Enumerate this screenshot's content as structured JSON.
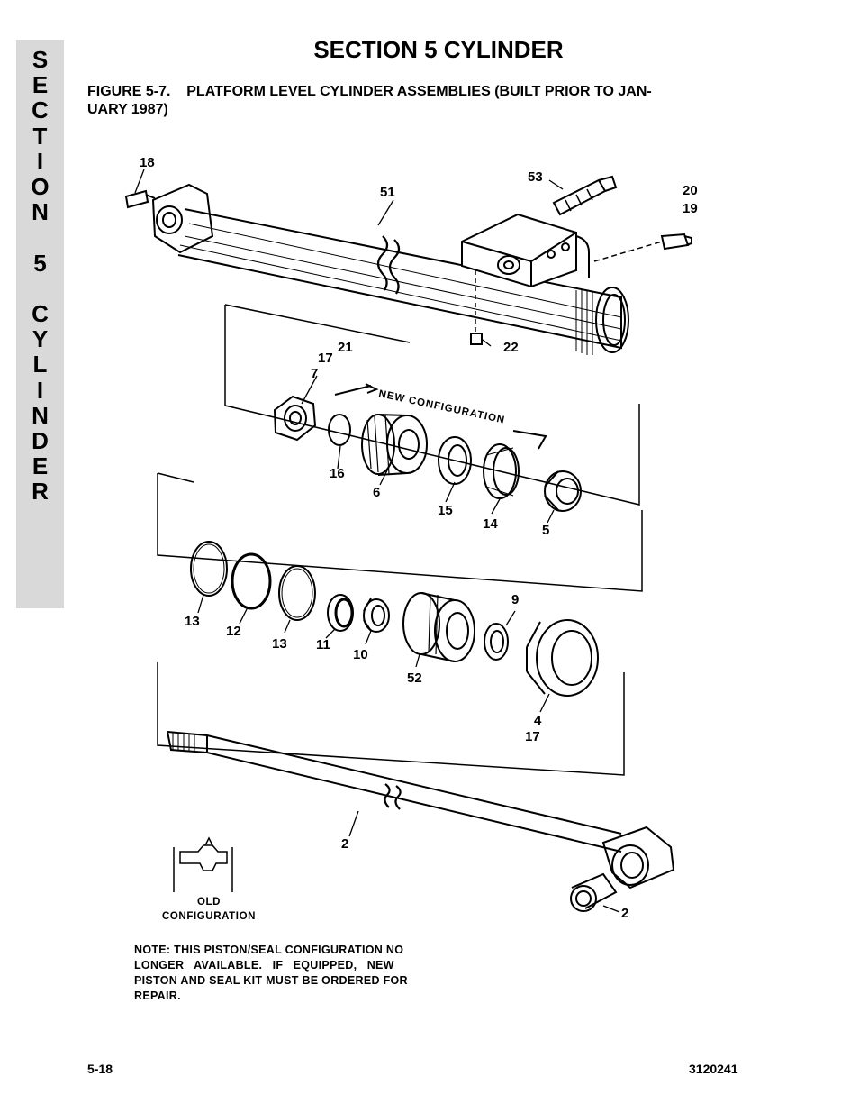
{
  "side_tab": {
    "letters": [
      "S",
      "E",
      "C",
      "T",
      "I",
      "O",
      "N",
      "",
      "5",
      "",
      "C",
      "Y",
      "L",
      "I",
      "N",
      "D",
      "E",
      "R"
    ]
  },
  "header": {
    "title": "SECTION 5  CYLINDER"
  },
  "figure": {
    "caption_line1": "FIGURE 5-7.    PLATFORM LEVEL CYLINDER ASSEMBLIES (BUILT PRIOR TO JAN-",
    "caption_line2": "UARY 1987)"
  },
  "diagram": {
    "new_configuration_label": "NEW CONFIGURATION",
    "old_configuration_line1": "OLD",
    "old_configuration_line2": "CONFIGURATION",
    "callouts": [
      "18",
      "51",
      "53",
      "20",
      "19",
      "22",
      "17",
      "21",
      "7",
      "16",
      "6",
      "15",
      "14",
      "5",
      "13",
      "12",
      "13",
      "11",
      "10",
      "52",
      "9",
      "4",
      "17",
      "2",
      "2"
    ]
  },
  "note": {
    "line1": "NOTE: THIS PISTON/SEAL CONFIGURATION NO",
    "line2": "LONGER   AVAILABLE.   IF   EQUIPPED,   NEW",
    "line3": "PISTON AND SEAL KIT MUST BE ORDERED FOR",
    "line4": "REPAIR."
  },
  "footer": {
    "page_number": "5-18",
    "document_number": "3120241"
  }
}
